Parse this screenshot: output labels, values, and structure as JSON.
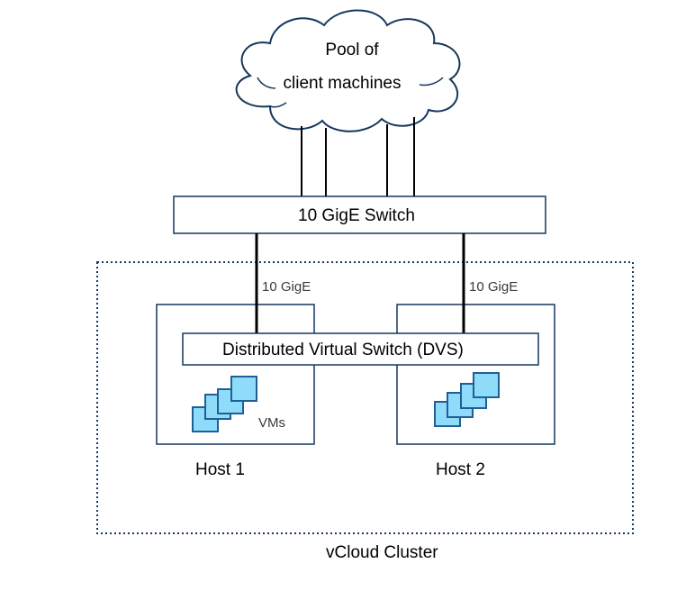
{
  "cloud": {
    "line1": "Pool of",
    "line2": "client machines"
  },
  "switch": {
    "label": "10 GigE Switch"
  },
  "links": {
    "left_label": "10 GigE",
    "right_label": "10 GigE"
  },
  "dvs": {
    "label": "Distributed Virtual Switch (DVS)"
  },
  "hosts": [
    {
      "label": "Host 1",
      "vm_label": "VMs"
    },
    {
      "label": "Host 2"
    }
  ],
  "cluster": {
    "label": "vCloud Cluster"
  },
  "colors": {
    "border": "#17375e",
    "vm_fill": "#8fdcfa",
    "vm_stroke": "#1f5f96",
    "line": "#000000"
  }
}
